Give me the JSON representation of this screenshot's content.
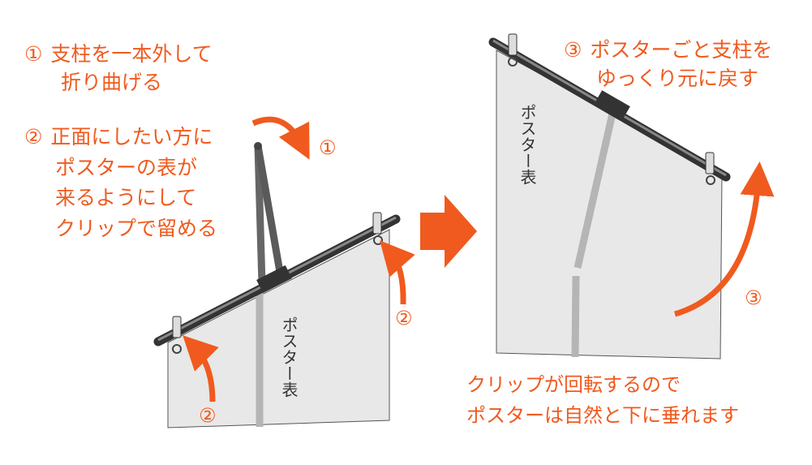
{
  "steps": {
    "step1": {
      "marker": "①",
      "lines": [
        "支柱を一本外して",
        "折り曲げる"
      ]
    },
    "step2": {
      "marker": "②",
      "lines": [
        "正面にしたい方に",
        "ポスターの表が",
        "来るようにして",
        "クリップで留める"
      ]
    },
    "step3": {
      "marker": "③",
      "lines": [
        "ポスターごと支柱を",
        "ゆっくり元に戻す"
      ]
    }
  },
  "note": {
    "lines": [
      "クリップが回転するので",
      "ポスターは自然と下に垂れます"
    ]
  },
  "figure_labels": {
    "arrow1": "①",
    "arrow2_left": "②",
    "arrow2_right": "②",
    "arrow3": "③",
    "poster_face_left": "ポスター表",
    "poster_face_right": "ポスター表"
  },
  "colors": {
    "accent": "#f05a1e",
    "poster": "#e6e6e6",
    "pole": "#6a6a6a"
  }
}
